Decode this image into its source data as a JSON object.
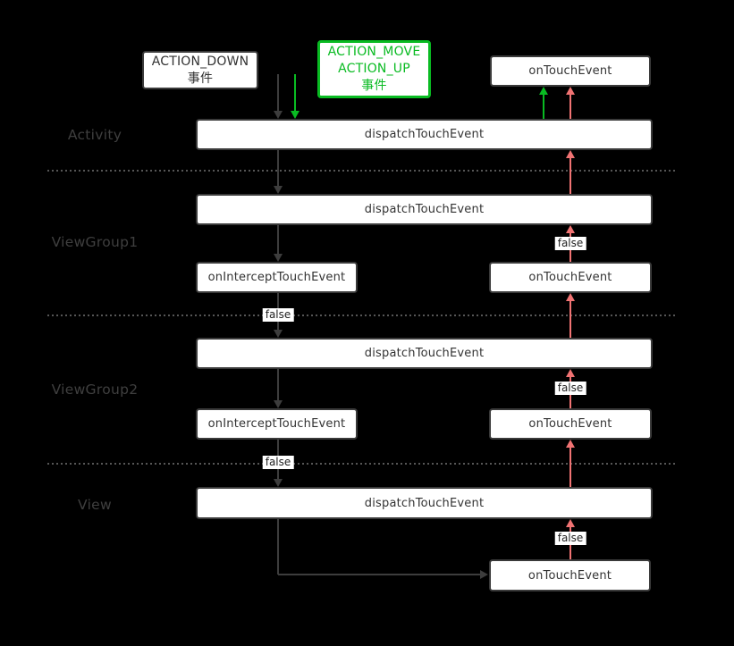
{
  "colors": {
    "background": "#000000",
    "box_background": "#ffffff",
    "box_border": "#3a3a3a",
    "box_text": "#333333",
    "row_label_text": "#3f3f3f",
    "dispatch_arrow_gray": "#3d3d3d",
    "move_up_event_green": "#09bb22",
    "return_arrow_red": "#f17373",
    "dotted_separator": "#565656"
  },
  "event_sources": {
    "action_down": {
      "line1": "ACTION_DOWN",
      "line2": "事件"
    },
    "action_move_up": {
      "line1": "ACTION_MOVE",
      "line2": "ACTION_UP",
      "line3": "事件"
    }
  },
  "layers": {
    "activity": {
      "label": "Activity",
      "dispatch_label": "dispatchTouchEvent",
      "on_touch_label": "onTouchEvent"
    },
    "viewgroup1": {
      "label": "ViewGroup1",
      "dispatch_label": "dispatchTouchEvent",
      "intercept_label": "onInterceptTouchEvent",
      "on_touch_label": "onTouchEvent",
      "intercept_false": "false",
      "touch_false": "false"
    },
    "viewgroup2": {
      "label": "ViewGroup2",
      "dispatch_label": "dispatchTouchEvent",
      "intercept_label": "onInterceptTouchEvent",
      "on_touch_label": "onTouchEvent",
      "intercept_false": "false",
      "touch_false": "false"
    },
    "view": {
      "label": "View",
      "dispatch_label": "dispatchTouchEvent",
      "on_touch_label": "onTouchEvent",
      "touch_false": "false"
    }
  }
}
